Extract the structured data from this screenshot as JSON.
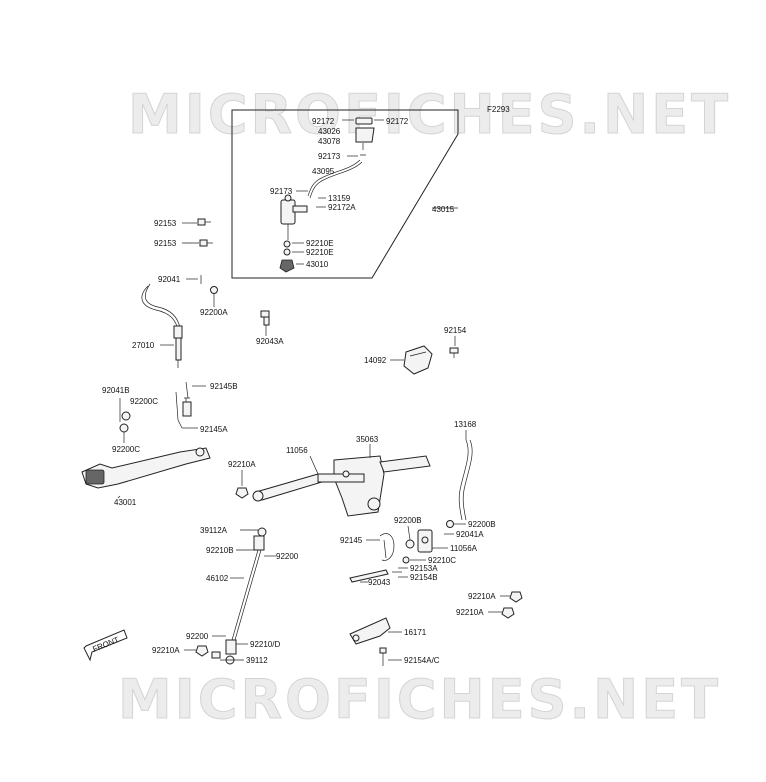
{
  "watermark": {
    "text": "MICROFICHES.NET"
  },
  "figure_code": "F2293",
  "front_label": "FRONT",
  "parts": {
    "p92172_a": "92172",
    "p92172_b": "92172",
    "p43026": "43026",
    "p43078": "43078",
    "p92173_a": "92173",
    "p43095": "43095",
    "p92173_b": "92173",
    "p13159": "13159",
    "p92172A": "92172A",
    "p43015": "43015",
    "p92210E_a": "92210E",
    "p92210E_b": "92210E",
    "p43010": "43010",
    "p92153_a": "92153",
    "p92153_b": "92153",
    "p92041": "92041",
    "p92200A": "92200A",
    "p92043A": "92043A",
    "p27010": "27010",
    "p92154": "92154",
    "p14092": "14092",
    "p92041B": "92041B",
    "p92200C_a": "92200C",
    "p92200C_b": "92200C",
    "p92145B": "92145B",
    "p92145A": "92145A",
    "p43001": "43001",
    "p92210A_a": "92210A",
    "p11056": "11056",
    "p35063": "35063",
    "p13168": "13168",
    "p39112A": "39112A",
    "p92210B": "92210B",
    "p92200_a": "92200",
    "p46102": "46102",
    "p92200B_a": "92200B",
    "p92200B_b": "92200B",
    "p92041A": "92041A",
    "p92145": "92145",
    "p11056A": "11056A",
    "p92210C": "92210C",
    "p92153A": "92153A",
    "p92154B": "92154B",
    "p92043": "92043",
    "p92210A_b": "92210A",
    "p92210A_c": "92210A",
    "p16171": "16171",
    "p92200_b": "92200",
    "p92210D": "92210/D",
    "p92210A_d": "92210A",
    "p39112": "39112",
    "p92154AC": "92154A/C"
  }
}
